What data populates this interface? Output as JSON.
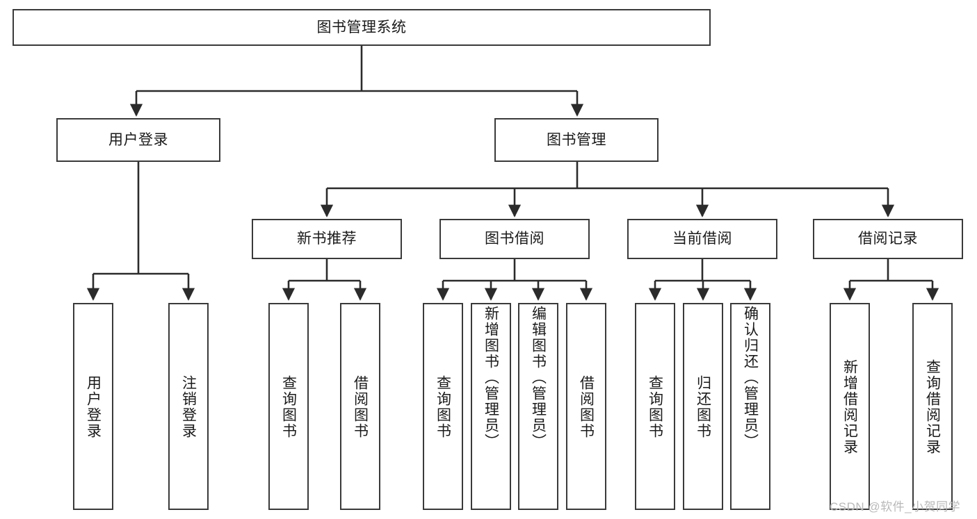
{
  "diagram": {
    "title": "图书管理系统",
    "type": "tree",
    "orientation": "top-down",
    "colors": {
      "box_border": "#3a3a3a",
      "box_fill": "#ffffff",
      "connector": "#2b2b2b",
      "text": "#1a1a1a",
      "watermark": "#b9b9b9",
      "background": "#ffffff"
    }
  },
  "watermark": {
    "text": "CSDN @软件_小贺同学"
  },
  "nodes": {
    "root": {
      "label": "图书管理系统",
      "level": 1
    },
    "level2": [
      {
        "id": "user-login",
        "label": "用户登录"
      },
      {
        "id": "book-management",
        "label": "图书管理"
      }
    ],
    "level3": [
      {
        "id": "new-book-recommend",
        "label": "新书推荐"
      },
      {
        "id": "book-borrow",
        "label": "图书借阅"
      },
      {
        "id": "current-borrow",
        "label": "当前借阅"
      },
      {
        "id": "borrow-record",
        "label": "借阅记录"
      }
    ],
    "leaves": [
      {
        "id": "leaf-user-login",
        "label": "用户登录",
        "parent": "user-login"
      },
      {
        "id": "leaf-logout-login",
        "label": "注销登录",
        "parent": "user-login"
      },
      {
        "id": "leaf-query-book-1",
        "label": "查询图书",
        "parent": "new-book-recommend"
      },
      {
        "id": "leaf-borrow-book-1",
        "label": "借阅图书",
        "parent": "new-book-recommend"
      },
      {
        "id": "leaf-query-book-2",
        "label": "查询图书",
        "parent": "book-borrow"
      },
      {
        "id": "leaf-add-book",
        "label": "新增图书（管理员）",
        "parent": "book-borrow"
      },
      {
        "id": "leaf-edit-book",
        "label": "编辑图书（管理员）",
        "parent": "book-borrow"
      },
      {
        "id": "leaf-borrow-book-2",
        "label": "借阅图书",
        "parent": "book-borrow"
      },
      {
        "id": "leaf-query-book-3",
        "label": "查询图书",
        "parent": "current-borrow"
      },
      {
        "id": "leaf-return-book",
        "label": "归还图书",
        "parent": "current-borrow"
      },
      {
        "id": "leaf-confirm-return",
        "label": "确认归还（管理员）",
        "parent": "current-borrow"
      },
      {
        "id": "leaf-add-record",
        "label": "新增借阅记录",
        "parent": "borrow-record"
      },
      {
        "id": "leaf-query-record",
        "label": "查询借阅记录",
        "parent": "borrow-record"
      }
    ]
  }
}
